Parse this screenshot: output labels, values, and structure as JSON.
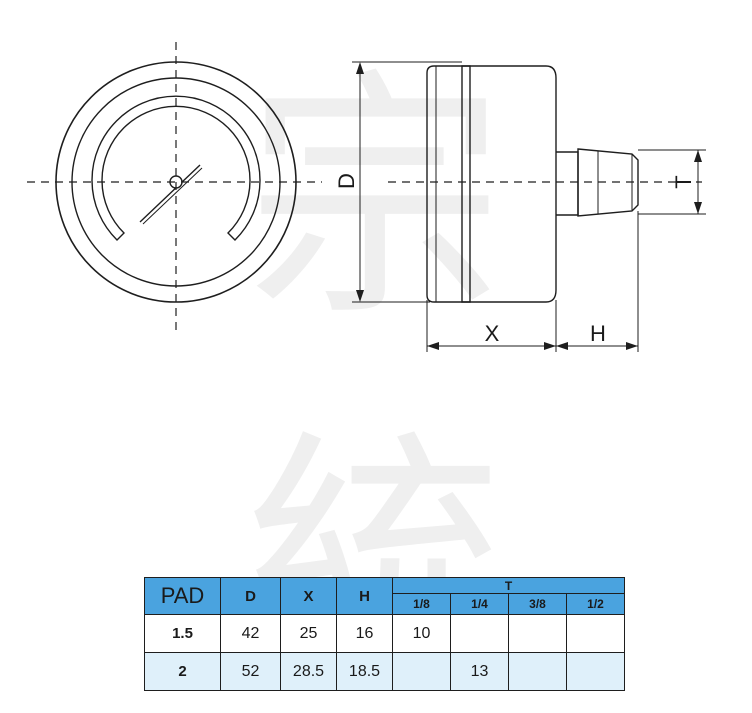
{
  "watermark": {
    "chars": [
      "宗",
      "統"
    ]
  },
  "dimension_labels": {
    "d": "D",
    "x": "X",
    "h": "H",
    "t": "T"
  },
  "table": {
    "headers": {
      "pad": "PAD",
      "d": "D",
      "x": "X",
      "h": "H",
      "t": "T"
    },
    "t_subheaders": [
      "1/8",
      "1/4",
      "3/8",
      "1/2"
    ],
    "rows": [
      {
        "pad": "1.5",
        "d": "42",
        "x": "25",
        "h": "16",
        "t": [
          "10",
          "",
          "",
          ""
        ]
      },
      {
        "pad": "2",
        "d": "52",
        "x": "28.5",
        "h": "18.5",
        "t": [
          "",
          "13",
          "",
          ""
        ]
      }
    ]
  },
  "colors": {
    "header_blue": "#4aa3df",
    "row_alt": "#dff0fa",
    "line": "#1e1e1e"
  }
}
